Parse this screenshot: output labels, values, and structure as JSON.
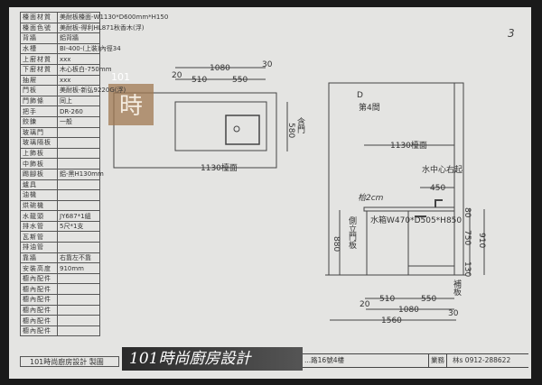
{
  "page_number": "3",
  "spec_table": [
    {
      "label": "檯面材質",
      "value": "美耐板檯面-W1130*D600mm*H150"
    },
    {
      "label": "檯面色號",
      "value": "美耐板-得利HL871秋香木(浮)"
    },
    {
      "label": "背牆",
      "value": "鋁背牆"
    },
    {
      "label": "水槽",
      "value": "BI-400-(上裝)內徑34"
    },
    {
      "label": "上廚材質",
      "value": "xxx"
    },
    {
      "label": "下廚材質",
      "value": "木心板白-750mm"
    },
    {
      "label": "抽屜",
      "value": "xxx"
    },
    {
      "label": "門板",
      "value": "美耐板-新弘9220G(浮)"
    },
    {
      "label": "門飾條",
      "value": "同上"
    },
    {
      "label": "把手",
      "value": "DR-260"
    },
    {
      "label": "鉸鍊",
      "value": "一般"
    },
    {
      "label": "玻璃門",
      "value": ""
    },
    {
      "label": "玻璃隔板",
      "value": ""
    },
    {
      "label": "上飾板",
      "value": ""
    },
    {
      "label": "中飾板",
      "value": ""
    },
    {
      "label": "踢腳板",
      "value": "鋁-黑H130mm"
    },
    {
      "label": "爐具",
      "value": ""
    },
    {
      "label": "油機",
      "value": ""
    },
    {
      "label": "烘碗機",
      "value": ""
    },
    {
      "label": "水龍頭",
      "value": "JY687*1組"
    },
    {
      "label": "排水管",
      "value": "5尺*1支"
    },
    {
      "label": "瓦斯管",
      "value": ""
    },
    {
      "label": "排油管",
      "value": ""
    },
    {
      "label": "靠牆",
      "value": "右靠左不靠"
    },
    {
      "label": "安裝高度",
      "value": "910mm"
    },
    {
      "label": "櫥內配件",
      "value": ""
    },
    {
      "label": "櫥內配件",
      "value": ""
    },
    {
      "label": "櫥內配件",
      "value": ""
    },
    {
      "label": "櫥內配件",
      "value": ""
    },
    {
      "label": "櫥內配件",
      "value": ""
    },
    {
      "label": "櫥內配件",
      "value": ""
    }
  ],
  "plan": {
    "d1080": "1080",
    "d30": "30",
    "d20": "20",
    "d510": "510",
    "d550": "550",
    "d580": "580",
    "side_note": "含門",
    "counter": "1130檯面"
  },
  "elevation": {
    "label": "D",
    "room": "第4間",
    "counter": "1130檯面",
    "water_note": "水中心右起",
    "d450": "450",
    "note_top": "枱2cm",
    "side_panel": "側立門板",
    "dishwasher": "水箱W470*D505*H850",
    "d880": "880",
    "d80": "80",
    "d750": "750",
    "d130": "130",
    "d910": "910",
    "filler": "補板",
    "d20": "20",
    "d510": "510",
    "d550": "550",
    "d1080": "1080",
    "d30": "30",
    "d1560": "1560"
  },
  "watermark": {
    "small": "101",
    "main": "時"
  },
  "footer": {
    "left": "101時尚廚房設計 製圖",
    "banner": "101時尚廚房設計",
    "address": "...路16號4樓",
    "sales_label": "業務",
    "sales": "林s 0912-288622"
  }
}
